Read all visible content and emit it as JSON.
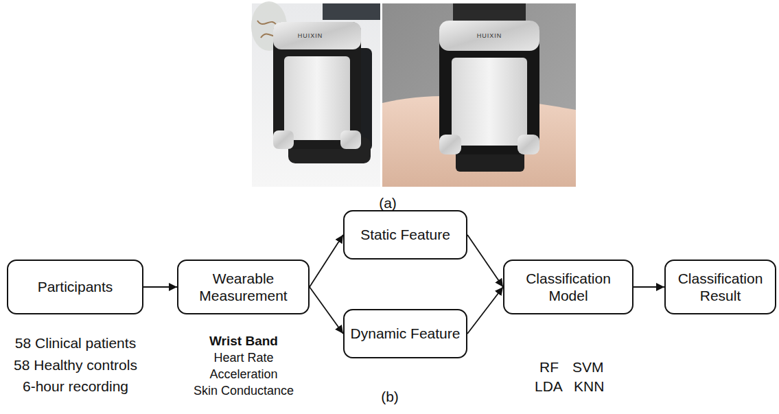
{
  "diagram": {
    "nodes": [
      {
        "text": [
          "Participants"
        ]
      },
      {
        "text": [
          "Wearable Measurement"
        ]
      },
      {
        "text": [
          "Static Feature"
        ]
      },
      {
        "text": [
          "Dynamic Feature"
        ]
      },
      {
        "text": [
          "Classification Model"
        ]
      },
      {
        "text": [
          "Classification Result"
        ]
      }
    ],
    "edges": [
      {
        "from": 0,
        "to": 1,
        "arrow": "to"
      },
      {
        "from": 1,
        "to": 2,
        "arrow": "to"
      },
      {
        "from": 1,
        "to": 3,
        "arrow": "to"
      },
      {
        "from": 2,
        "to": 4,
        "arrow": "to"
      },
      {
        "from": 3,
        "to": 4,
        "arrow": "to"
      },
      {
        "from": 4,
        "to": 5,
        "arrow": "to"
      }
    ],
    "labels": [
      "HUIXIN",
      "HUIXIN",
      "(a)",
      "58 Clinical patients",
      "58 Healthy controls",
      "6-hour recording",
      "Wrist Band",
      "Heart Rate",
      "Acceleration",
      "Skin Conductance",
      "RF",
      "SVM",
      "LDA",
      "KNN",
      "(b)"
    ]
  }
}
